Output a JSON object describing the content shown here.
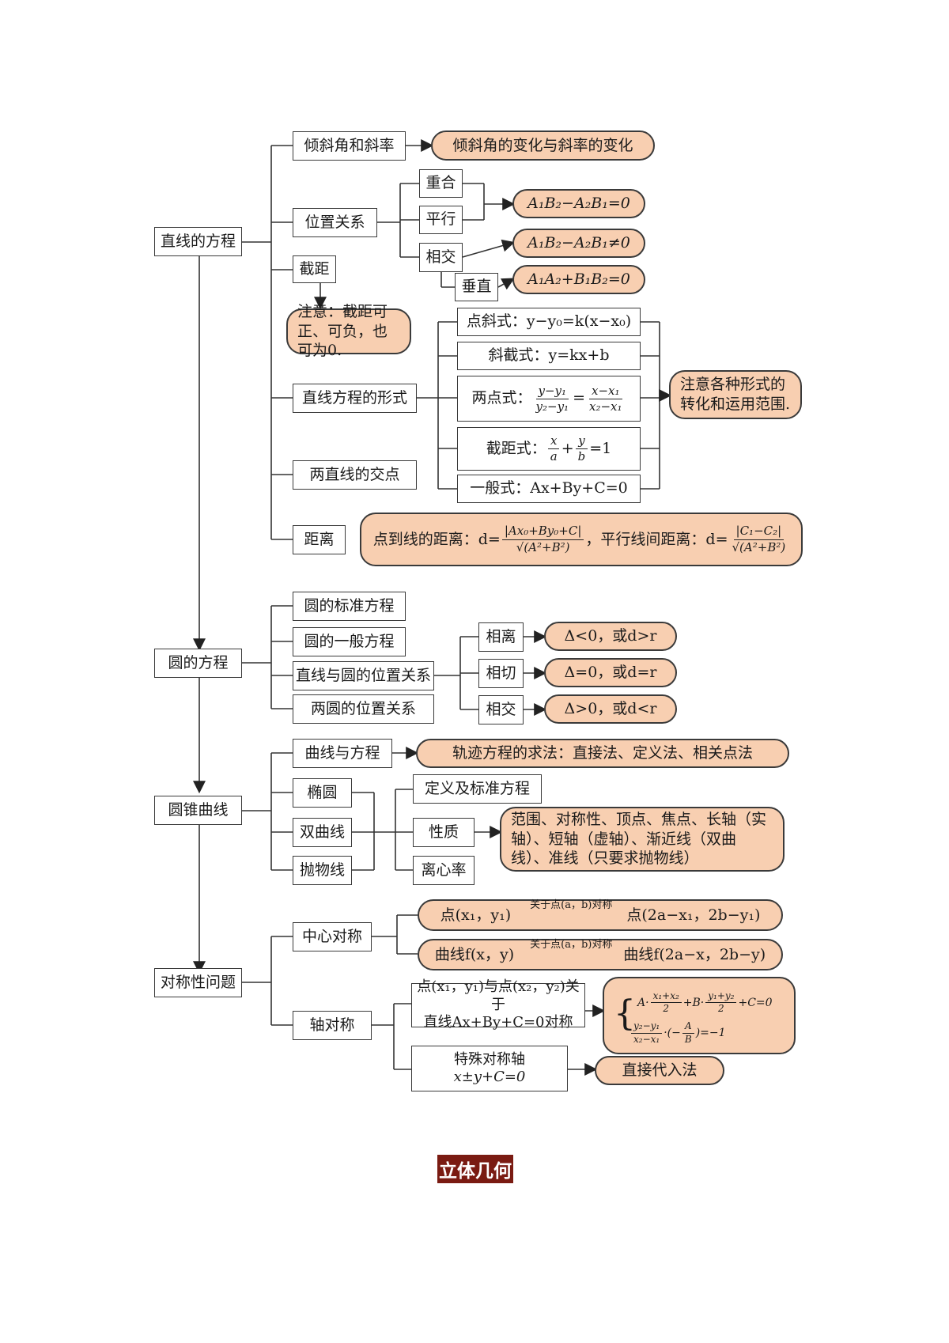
{
  "line": {
    "root": "直线的方程",
    "slope": "倾斜角和斜率",
    "slope_note": "倾斜角的变化与斜率的变化",
    "position": "位置关系",
    "coincide": "重合",
    "parallel": "平行",
    "intersect": "相交",
    "perpendicular": "垂直",
    "eq_parallel": "A₁B₂−A₂B₁=0",
    "eq_intersect": "A₁B₂−A₂B₁≠0",
    "eq_perp": "A₁A₂+B₁B₂=0",
    "intercept": "截距",
    "intercept_note": "注意：截距可正、可负，也可为0.",
    "forms": "直线方程的形式",
    "point_slope": "点斜式：y−y₀=k(x−x₀)",
    "slope_intercept": "斜截式：y=kx+b",
    "two_point_label": "两点式：",
    "two_point_lhs_num": "y−y₁",
    "two_point_lhs_den": "y₂−y₁",
    "two_point_rhs_num": "x−x₁",
    "two_point_rhs_den": "x₂−x₁",
    "intercept_form_label": "截距式：",
    "intercept_form_tail": "=1",
    "general": "一般式：Ax+By+C=0",
    "forms_note": "注意各种形式的转化和运用范围.",
    "intersection": "两直线的交点",
    "distance": "距离",
    "distance_p2l": "点到线的距离：d=",
    "distance_p2l_num": "|Ax₀+By₀+C|",
    "distance_p2l_den": "√(A²+B²)",
    "distance_sep": "，平行线间距离：d=",
    "distance_ll_num": "|C₁−C₂|",
    "distance_ll_den": "√(A²+B²)"
  },
  "circle": {
    "root": "圆的方程",
    "standard": "圆的标准方程",
    "general": "圆的一般方程",
    "line_circle": "直线与圆的位置关系",
    "circle_circle": "两圆的位置关系",
    "apart": "相离",
    "tangent": "相切",
    "intersect": "相交",
    "cond_apart": "Δ<0，或d>r",
    "cond_tangent": "Δ=0，或d=r",
    "cond_intersect": "Δ>0，或d<r"
  },
  "conic": {
    "root": "圆锥曲线",
    "curve_eq": "曲线与方程",
    "locus": "轨迹方程的求法：直接法、定义法、相关点法",
    "ellipse": "椭圆",
    "hyperbola": "双曲线",
    "parabola": "抛物线",
    "definition": "定义及标准方程",
    "properties": "性质",
    "eccentricity": "离心率",
    "props_note": "范围、对称性、顶点、焦点、长轴（实轴）、短轴（虚轴）、渐近线（双曲线）、准线（只要求抛物线）"
  },
  "symmetry": {
    "root": "对称性问题",
    "central": "中心对称",
    "central_point_from": "点(x₁，y₁)",
    "central_point_to": "点(2a−x₁，2b−y₁)",
    "central_curve_from": "曲线f(x，y)",
    "central_curve_to": "曲线f(2a−x，2b−y)",
    "arrow_label": "关于点(a，b)对称",
    "axial": "轴对称",
    "axial_desc_1": "点(x₁，y₁)与点(x₂，y₂)关于",
    "axial_desc_2": "直线Ax+By+C=0对称",
    "sys_line1_pre": "A·",
    "sys_line1_frac1_num": "x₁+x₂",
    "sys_line1_frac1_den": "2",
    "sys_line1_mid": "+B·",
    "sys_line1_frac2_num": "y₁+y₂",
    "sys_line1_frac2_den": "2",
    "sys_line1_post": "+C=0",
    "sys_line2_frac1_num": "y₂−y₁",
    "sys_line2_frac1_den": "x₂−x₁",
    "sys_line2_mid": "·(−",
    "sys_line2_frac2_num": "A",
    "sys_line2_frac2_den": "B",
    "sys_line2_post": ")=−1",
    "special_axis_1": "特殊对称轴",
    "special_axis_2": "x±y+C=0",
    "direct": "直接代入法"
  },
  "section_title": "立体几何"
}
